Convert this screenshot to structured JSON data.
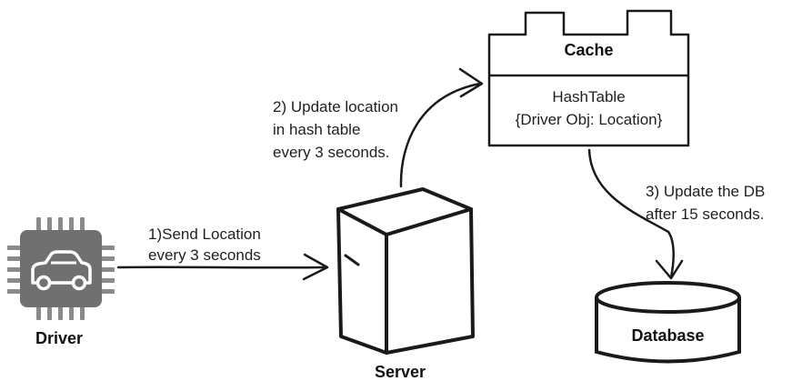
{
  "nodes": {
    "driver": {
      "label": "Driver",
      "icon": "car-chip-icon"
    },
    "server": {
      "label": "Server"
    },
    "cache": {
      "title": "Cache",
      "content_line1": "HashTable",
      "content_line2": "{Driver Obj: Location}"
    },
    "database": {
      "label": "Database"
    }
  },
  "edges": {
    "driver_to_server": {
      "line1": "1)Send Location",
      "line2": "every 3 seconds"
    },
    "server_to_cache": {
      "line1": "2) Update location",
      "line2": "in hash table",
      "line3": "every 3 seconds."
    },
    "cache_to_database": {
      "line1": "3) Update the DB",
      "line2": "after 15 seconds."
    }
  },
  "colors": {
    "stroke": "#1a1a1a",
    "chip": "#707070",
    "chip_pins": "#8a8a8a",
    "background": "#ffffff"
  }
}
